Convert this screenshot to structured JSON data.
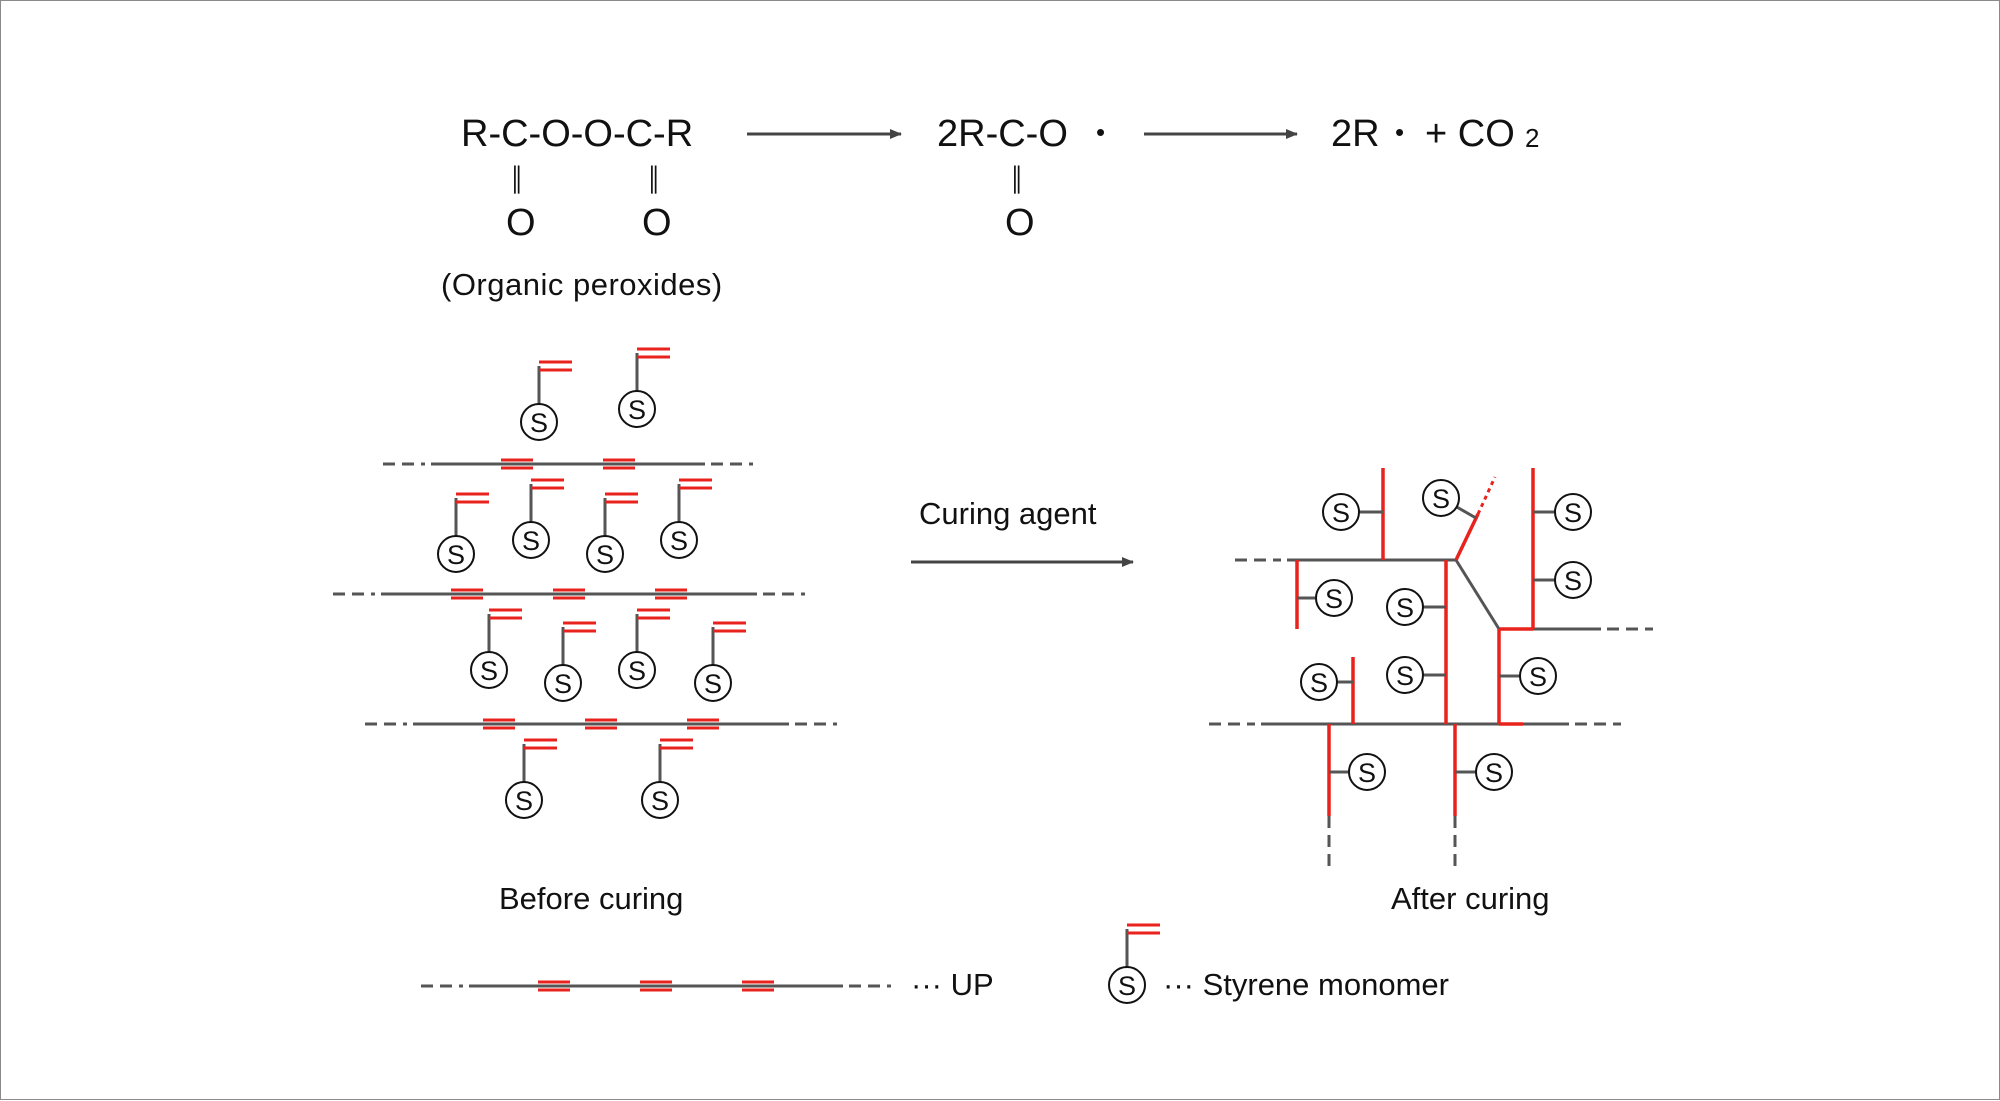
{
  "colors": {
    "chain": "#555555",
    "double_bond": "#e8221c",
    "crosslink": "#e8221c",
    "text": "#111111",
    "border": "#8a8a8a"
  },
  "reaction": {
    "peroxide_main": "R-C-O-O-C-R",
    "peroxide_bond_1": "||",
    "peroxide_o_1": "O",
    "peroxide_bond_2": "||",
    "peroxide_o_2": "O",
    "peroxide_label": "(Organic peroxides)",
    "radical_main": "2R-C-O",
    "radical_dot": "•",
    "radical_bond": "||",
    "radical_o": "O",
    "product_2r": "2R",
    "product_dot": "•",
    "product_plus_co": "+ CO",
    "product_sub": "2"
  },
  "process": {
    "arrow_label": "Curing agent",
    "before_label": "Before curing",
    "after_label": "After curing"
  },
  "styrene_symbol": "S",
  "legend": {
    "up_label": "··· UP",
    "styrene_label": "··· Styrene monomer"
  }
}
